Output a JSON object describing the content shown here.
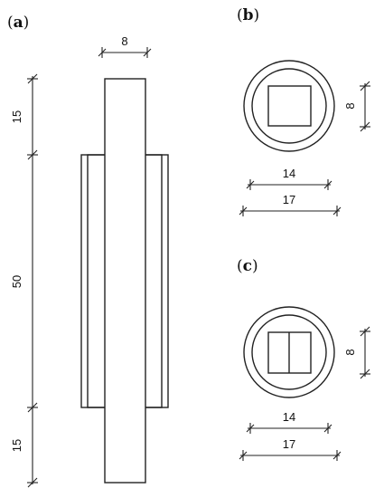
{
  "panels": {
    "a": {
      "label_open": "(",
      "label_letter": "a",
      "label_close": ")"
    },
    "b": {
      "label_open": "(",
      "label_letter": "b",
      "label_close": ")"
    },
    "c": {
      "label_open": "(",
      "label_letter": "c",
      "label_close": ")"
    }
  },
  "dimensions": {
    "a": {
      "width": "8",
      "top": "15",
      "middle": "50",
      "bottom": "15"
    },
    "b": {
      "inner": "14",
      "outer": "17",
      "square": "8"
    },
    "c": {
      "inner": "14",
      "outer": "17",
      "square": "8"
    }
  },
  "colors": {
    "line": "#222222",
    "text": "#111111",
    "background": "#ffffff"
  }
}
